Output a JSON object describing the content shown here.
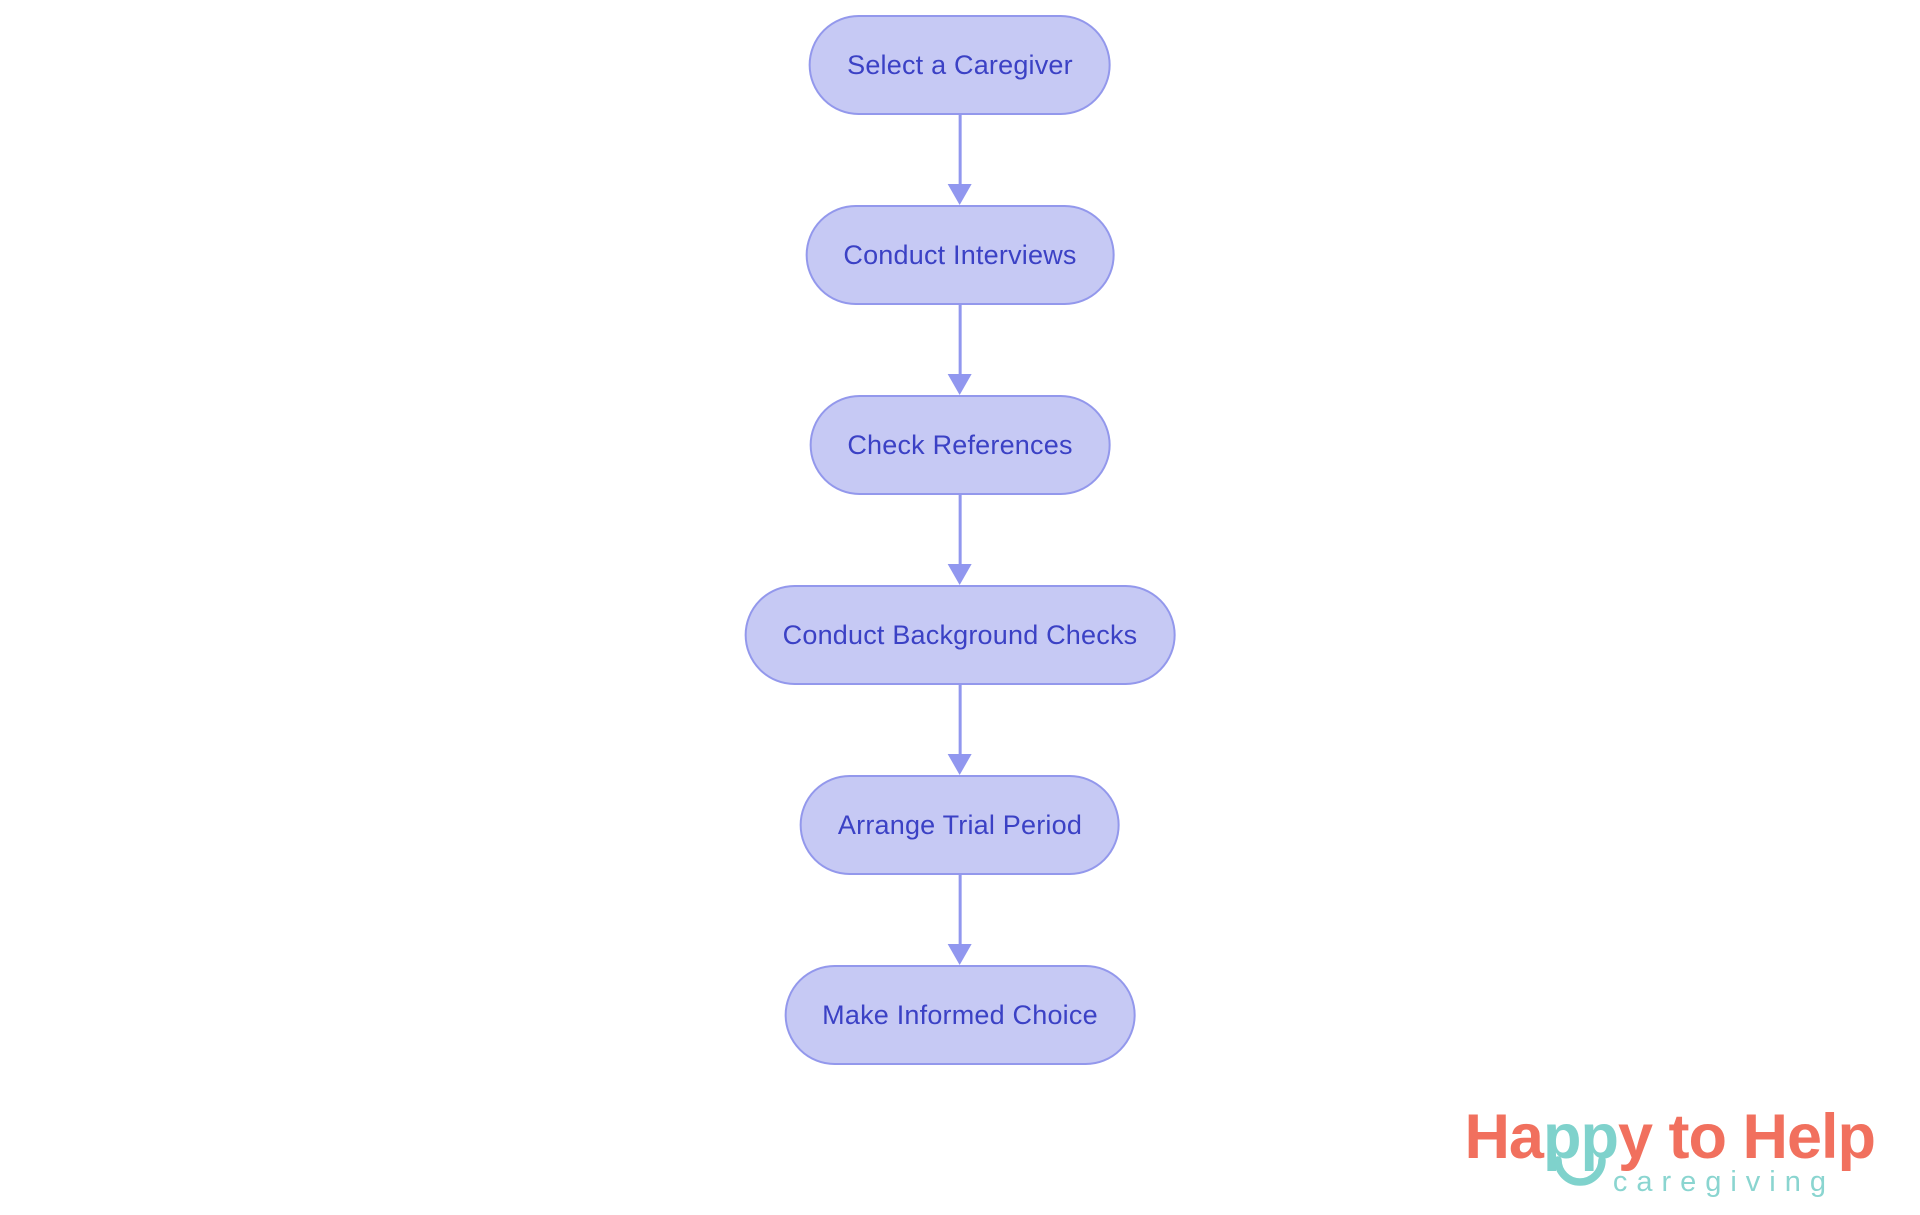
{
  "diagram": {
    "type": "flowchart",
    "flow_direction": "top-to-bottom",
    "nodes": [
      {
        "label": "Select a Caregiver"
      },
      {
        "label": "Conduct Interviews"
      },
      {
        "label": "Check References"
      },
      {
        "label": "Conduct Background Checks"
      },
      {
        "label": "Arrange Trial Period"
      },
      {
        "label": "Make Informed Choice"
      }
    ],
    "edges": [
      {
        "from": "Select a Caregiver",
        "to": "Conduct Interviews"
      },
      {
        "from": "Conduct Interviews",
        "to": "Check References"
      },
      {
        "from": "Check References",
        "to": "Conduct Background Checks"
      },
      {
        "from": "Conduct Background Checks",
        "to": "Arrange Trial Period"
      },
      {
        "from": "Arrange Trial Period",
        "to": "Make Informed Choice"
      }
    ]
  },
  "logo": {
    "brand_prefix": "Ha",
    "brand_mid": "pp",
    "brand_suffix": "y",
    "brand_rest": " to Help",
    "tagline": "caregiving",
    "smile_icon": "smile-arc"
  },
  "theme": {
    "node_fill": "#c6c9f4",
    "node_border": "#9398ec",
    "node_text": "#3b41c5",
    "arrow_color": "#9197ef",
    "logo_coral": "#f1705e",
    "logo_teal": "#7fd2cc",
    "logo_teal_light": "#8ad5d0",
    "background": "#ffffff"
  }
}
